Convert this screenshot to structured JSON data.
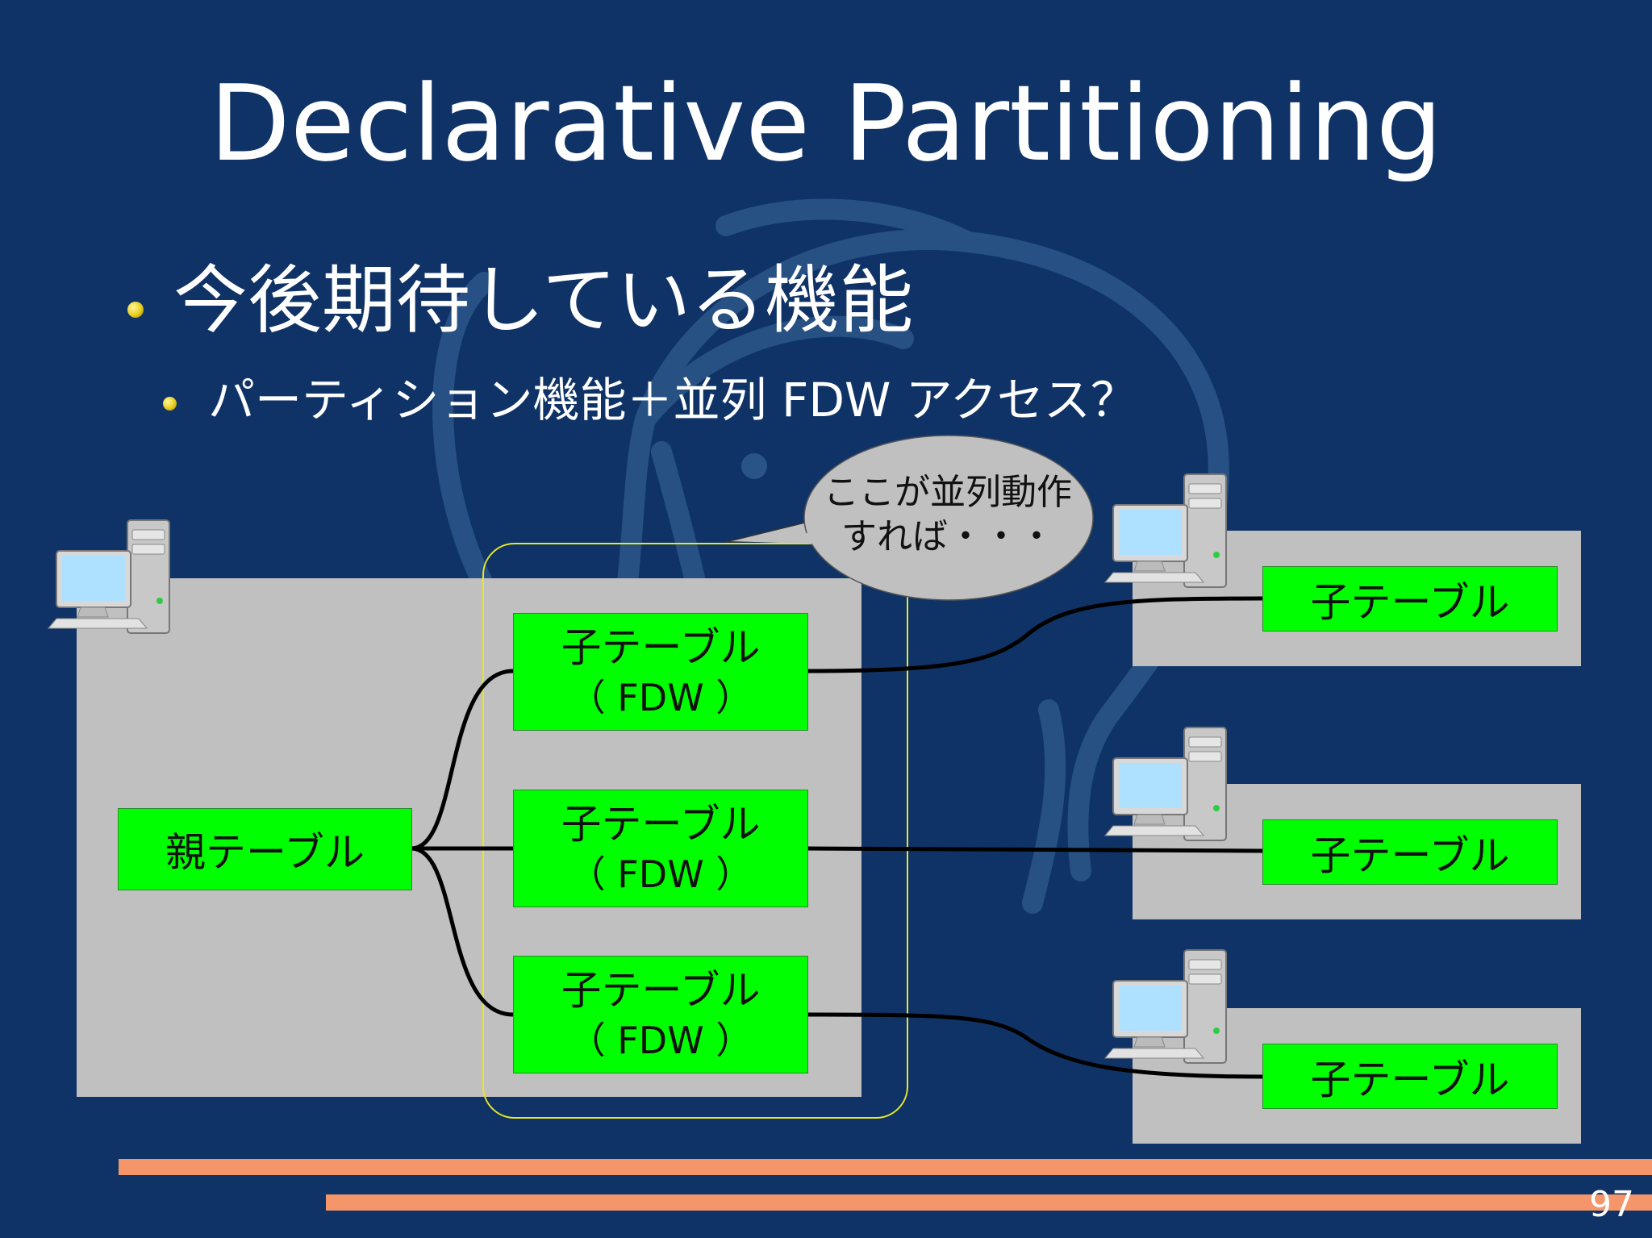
{
  "title": "Declarative Partitioning",
  "bullets": [
    {
      "text": "今後期待している機能",
      "level": 1
    },
    {
      "text": "パーティション機能＋並列 FDW アクセス？",
      "level": 2
    }
  ],
  "diagram": {
    "parent_table": "親テーブル",
    "fdw_tables": [
      {
        "line1": "子テーブル",
        "line2": "（ FDW ）"
      },
      {
        "line1": "子テーブル",
        "line2": "（ FDW ）"
      },
      {
        "line1": "子テーブル",
        "line2": "（ FDW ）"
      }
    ],
    "remote_tables": [
      "子テーブル",
      "子テーブル",
      "子テーブル"
    ],
    "callout": {
      "line1": "ここが並列動作",
      "line2": "すれば・・・"
    }
  },
  "page_number": "97",
  "colors": {
    "background": "#0f3366",
    "box_green": "#00ff00",
    "panel_gray": "#c0c0c0",
    "highlight_yellow": "#e6e62a",
    "stripe_orange": "#f4956a",
    "bullet_yellow": "#e8cc1e"
  },
  "icons": [
    "desktop-computer-icon",
    "bullet-dot-icon",
    "postgresql-elephant-watermark"
  ]
}
